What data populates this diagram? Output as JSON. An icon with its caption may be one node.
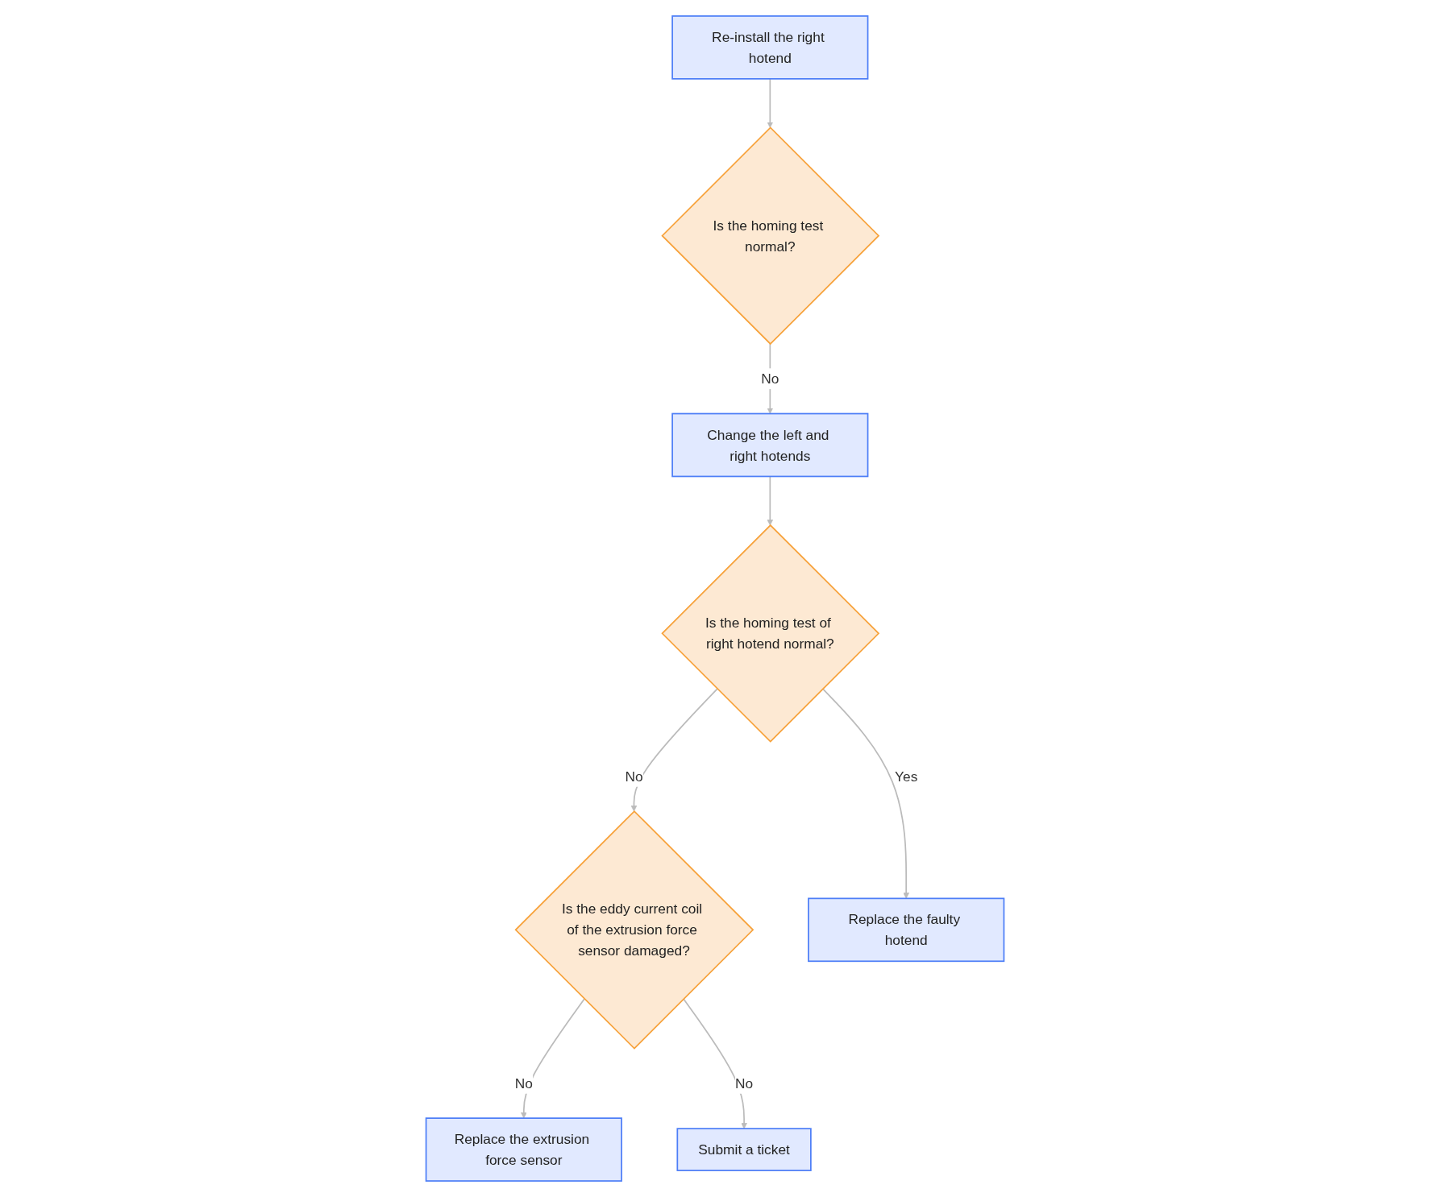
{
  "diagram": {
    "nodes": [
      {
        "text": [
          "Re-install the right hotend"
        ]
      },
      {
        "text": [
          "Is the homing test normal?"
        ]
      },
      {
        "text": [
          "Change the left and right hotends"
        ]
      },
      {
        "text": [
          "Is the homing test of right hotend normal?"
        ]
      },
      {
        "text": [
          "Is the eddy current coil of the extrusion force sensor damaged?"
        ]
      },
      {
        "text": [
          "Replace the faulty hotend"
        ]
      },
      {
        "text": [
          "Replace the extrusion force sensor"
        ]
      },
      {
        "text": [
          "Submit a ticket"
        ]
      }
    ],
    "edges": [
      {
        "from": 0,
        "to": 1,
        "arrow": "to"
      },
      {
        "from": 1,
        "to": 2,
        "arrow": "to",
        "label": "No"
      },
      {
        "from": 2,
        "to": 3,
        "arrow": "to"
      },
      {
        "from": 3,
        "to": 4,
        "arrow": "to",
        "label": "No"
      },
      {
        "from": 3,
        "to": 5,
        "arrow": "to",
        "label": "Yes"
      },
      {
        "from": 4,
        "to": 6,
        "arrow": "to",
        "label": "No"
      },
      {
        "from": 4,
        "to": 7,
        "arrow": "to",
        "label": "No"
      }
    ]
  }
}
